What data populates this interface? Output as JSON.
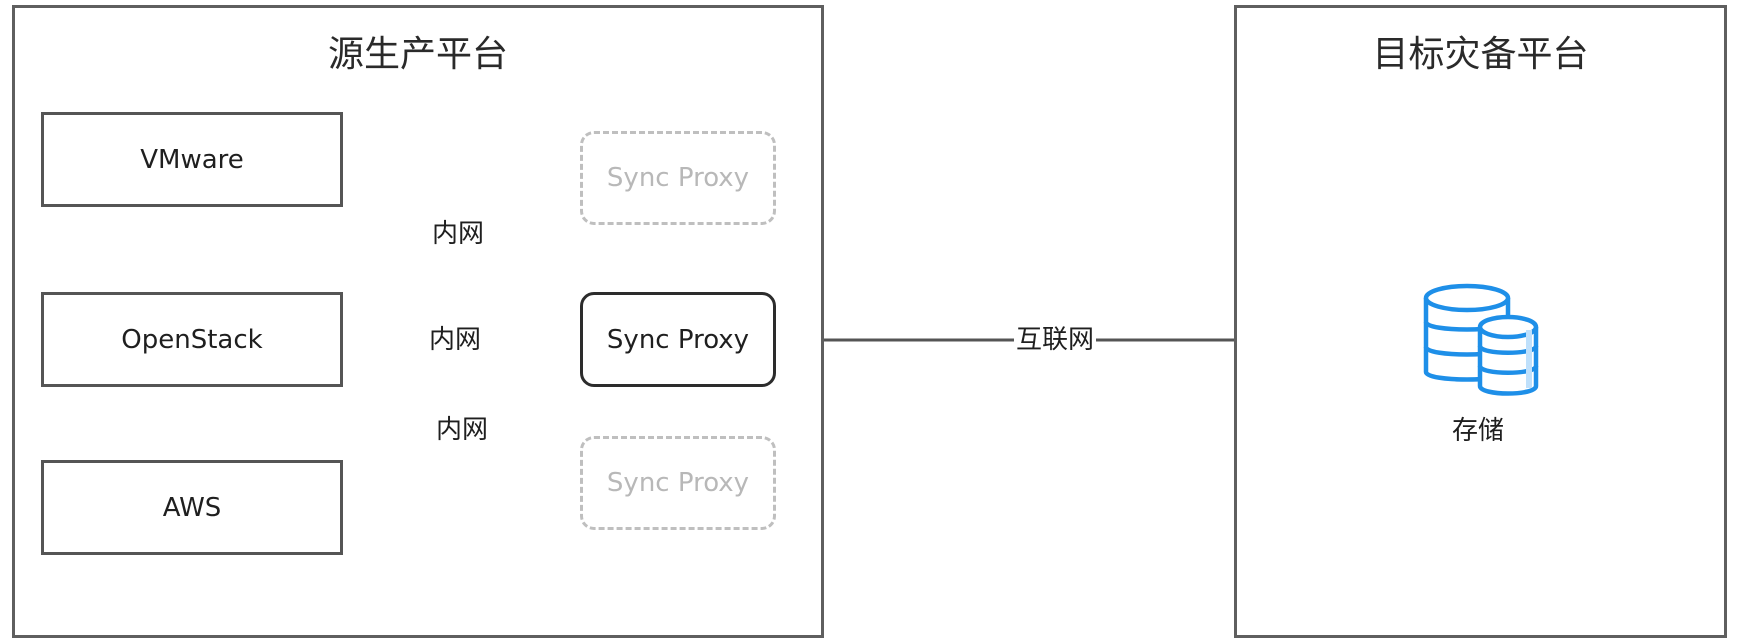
{
  "source_platform": {
    "title": "源生产平台",
    "nodes": [
      {
        "label": "VMware"
      },
      {
        "label": "OpenStack"
      },
      {
        "label": "AWS"
      }
    ],
    "sync_proxy_active": "Sync Proxy",
    "sync_proxy_ghost_top": "Sync Proxy",
    "sync_proxy_ghost_bottom": "Sync Proxy",
    "links": [
      {
        "label": "内网"
      },
      {
        "label": "内网"
      },
      {
        "label": "内网"
      }
    ]
  },
  "internet_link": {
    "label": "互联网"
  },
  "target_platform": {
    "title": "目标灾备平台",
    "storage": {
      "label": "存储",
      "icon": "database-storage-icon",
      "color": "#1e8fe8"
    }
  }
}
